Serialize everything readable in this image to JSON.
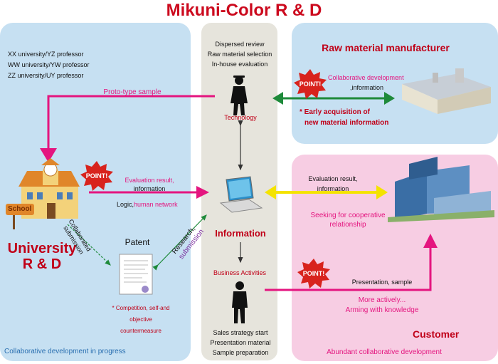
{
  "title": "Mikuni-Color R & D",
  "colors": {
    "title_red": "#cc0a1e",
    "panel_blue": "#c6e0f2",
    "panel_pink": "#f7cde3",
    "panel_grey": "#e6e4dc",
    "magenta": "#e4157f",
    "green": "#1e8a3a",
    "yellow": "#f4e300",
    "dark_red": "#c00018"
  },
  "university": {
    "professors": [
      "XX university/YZ professor",
      "WW university/YW professor",
      "ZZ university/UY professor"
    ],
    "prototype_label": "Proto-type sample",
    "school_sign": "School",
    "point": "POINT!",
    "eval_line1": "Evaluation result,",
    "eval_line2": "information",
    "logic_prefix": "Logic,",
    "logic_highlight": "human network",
    "heading_line1": "University",
    "heading_line2": "R & D",
    "collab_line1": "Collaborated",
    "collab_line2": "submission",
    "patent": "Patent",
    "research_line1": "Research,",
    "research_line2": "submission",
    "competition": [
      "* Competition, self-and",
      "objective",
      "countermeasure"
    ],
    "footer": "Collaborative development in progress"
  },
  "center": {
    "top": [
      "Dispersed review",
      "Raw material selection",
      "In-house evaluation"
    ],
    "technology": "Technology",
    "information": "Information",
    "business": "Business Activities",
    "bottom": [
      "Sales strategy start",
      "Presentation material",
      "Sample preparation"
    ]
  },
  "raw": {
    "heading": "Raw material manufacturer",
    "point": "POINT!",
    "collab": "Collaborative development",
    "info": ",information",
    "early_line1": "* Early acquisition of",
    "early_line2": "new material information"
  },
  "customer": {
    "eval_line1": "Evaluation result,",
    "eval_line2": "information",
    "seek_line1": "Seeking for cooperative",
    "seek_line2": "relationship",
    "point": "POINT!",
    "presentation": "Presentation, sample",
    "more_line1": "More actively...",
    "more_line2": "Arming with knowledge",
    "heading": "Customer",
    "footer": "Abundant collaborative development"
  }
}
